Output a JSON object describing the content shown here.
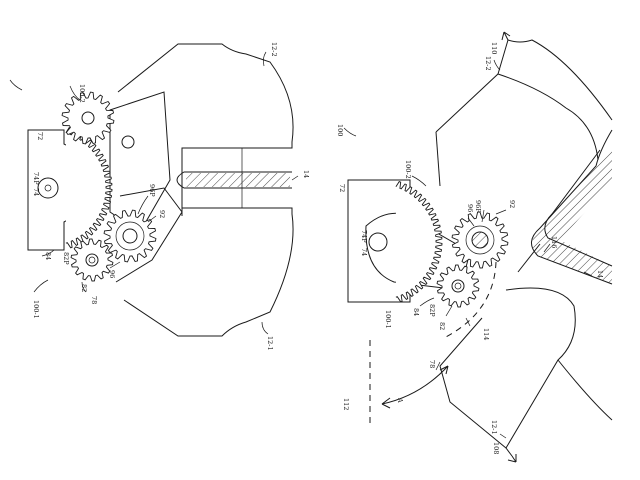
{
  "figure_left": {
    "labels": {
      "l100_2": "100-2",
      "l12_2": "12-2",
      "l72": "72",
      "l74p": "74P",
      "l74": "74",
      "l14": "14",
      "l96p": "96P",
      "l92": "92",
      "l96": "96",
      "l84": "84",
      "l82p": "82P",
      "l82": "82",
      "l78": "78",
      "l100_1": "100-1",
      "l12_1": "12-1"
    }
  },
  "figure_right": {
    "labels": {
      "l100": "100",
      "l110": "110",
      "l12_2": "12-2",
      "l100_2": "100-2",
      "l72": "72",
      "l74p": "74P",
      "l74": "74",
      "l96": "96",
      "l96p": "96P",
      "l92": "92",
      "l116": "116",
      "l14": "14",
      "l84": "84",
      "l100_1": "100-1",
      "l82p": "82P",
      "l82": "82",
      "l114": "114",
      "l78": "78",
      "l112": "112",
      "la": "A",
      "l12_1": "12-1",
      "l108": "108"
    }
  }
}
